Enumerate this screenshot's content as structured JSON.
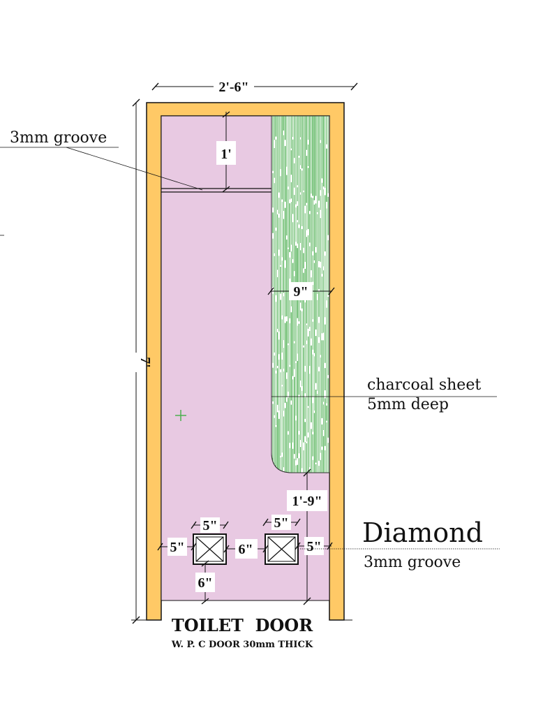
{
  "colors": {
    "frame": "#ffc966",
    "panel": "#e8c9e2",
    "charcoal": "#4caf50",
    "charcoal_bg": "#ffffff",
    "line": "#111111",
    "cross_mark": "#4caf50"
  },
  "dimensions": {
    "overall_width": "2'-6\"",
    "overall_height": "7'",
    "top_groove_offset": "1'",
    "charcoal_width": "9\"",
    "charcoal_bottom_gap": "1'-9\"",
    "diamond_size_left": "5\"",
    "diamond_size_right": "5\"",
    "left_margin": "5\"",
    "between_diamonds": "6\"",
    "right_margin": "5\"",
    "bottom_margin": "6\""
  },
  "notes": {
    "groove_top": "3mm groove",
    "charcoal_line1": "charcoal sheet",
    "charcoal_line2": "5mm deep",
    "diamond_title": "Diamond",
    "diamond_sub": "3mm groove"
  },
  "title": {
    "main": "TOILET  DOOR",
    "sub": "W. P. C DOOR 30mm THICK"
  }
}
